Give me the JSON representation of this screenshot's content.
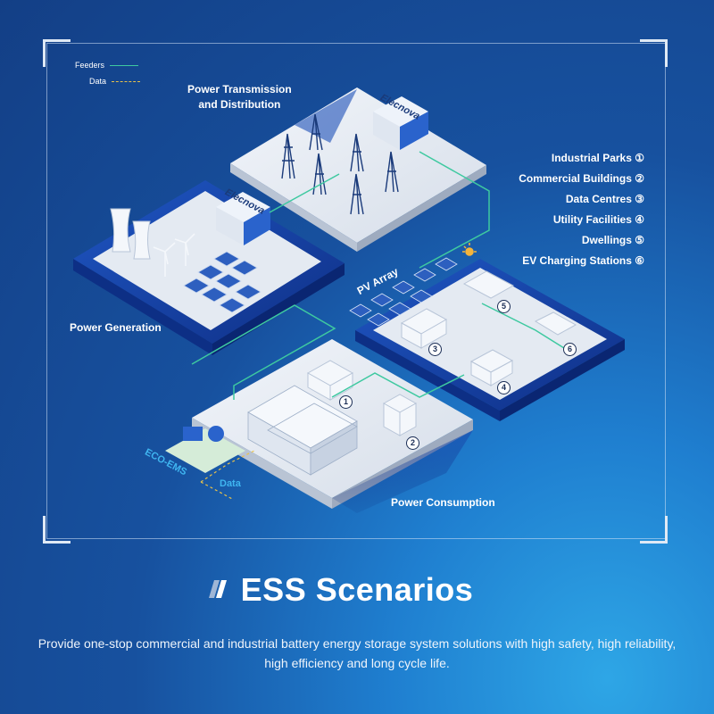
{
  "legend": {
    "feeders": "Feeders",
    "data": "Data",
    "feeder_color": "#3ec9a0",
    "data_color": "#e8c24a"
  },
  "zones": {
    "transmission": "Power Transmission\nand Distribution",
    "generation": "Power Generation",
    "consumption": "Power Consumption",
    "pv_array": "PV Array",
    "eco_ems": "ECO-EMS",
    "data": "Data",
    "brand": "Elecnova"
  },
  "scenarios": [
    "Industrial Parks ①",
    "Commercial Buildings ②",
    "Data Centres ③",
    "Utility Facilities ④",
    "Dwellings ⑤",
    "EV Charging Stations ⑥"
  ],
  "badges": [
    "1",
    "2",
    "3",
    "4",
    "5",
    "6"
  ],
  "title": "ESS Scenarios",
  "subtitle": "Provide one-stop commercial and industrial battery energy storage system solutions with high safety, high reliability, high efficiency and long cycle life."
}
